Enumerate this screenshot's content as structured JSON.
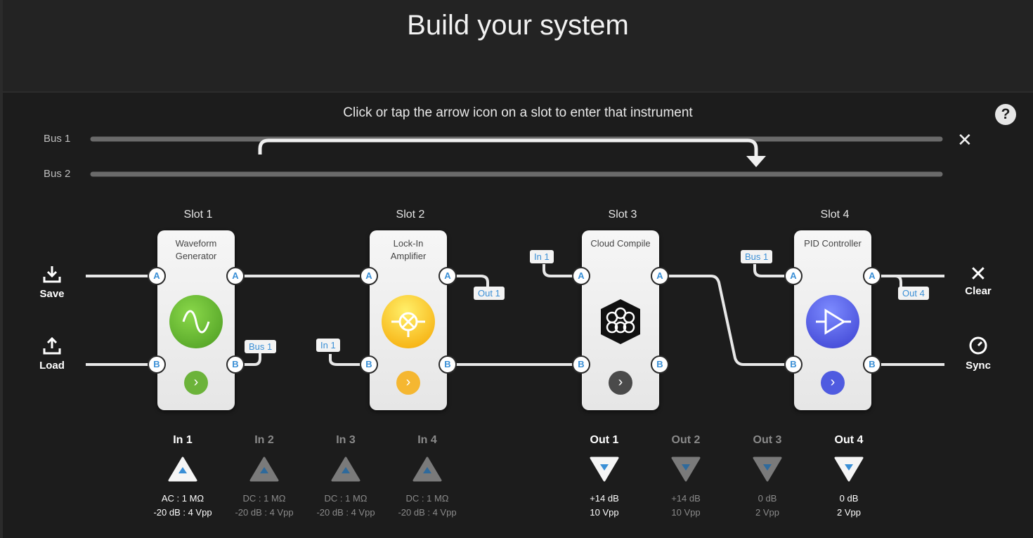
{
  "header": {
    "title": "Build your system"
  },
  "instructions": "Click or tap the arrow icon on a slot to enter that instrument",
  "help": {
    "label": "?"
  },
  "buses": {
    "bus1": "Bus 1",
    "bus2": "Bus 2",
    "close_icon": "close-icon"
  },
  "side_left": {
    "save": {
      "label": "Save",
      "icon": "download-icon"
    },
    "load": {
      "label": "Load",
      "icon": "upload-icon"
    }
  },
  "side_right": {
    "clear": {
      "label": "Clear",
      "icon": "close-icon"
    },
    "sync": {
      "label": "Sync",
      "icon": "gauge-icon"
    }
  },
  "slots": [
    {
      "label": "Slot 1",
      "title": "Waveform Generator",
      "accent": "#5cad2c",
      "tag": "Bus 1",
      "icon": "sine-wave-icon"
    },
    {
      "label": "Slot 2",
      "title": "Lock-In Amplifier",
      "accent": "#f5b731",
      "tag_in": "In 1",
      "tag_out": "Out 1",
      "icon": "lockin-icon"
    },
    {
      "label": "Slot 3",
      "title": "Cloud Compile",
      "accent": "#4a4a4a",
      "tag_in": "In 1",
      "icon": "cloud-compile-icon"
    },
    {
      "label": "Slot 4",
      "title": "PID Controller",
      "accent": "#4f5be0",
      "tag_in": "Bus 1",
      "tag_out": "Out 4",
      "icon": "amplifier-icon"
    }
  ],
  "ports": {
    "a": "A",
    "b": "B"
  },
  "inputs": [
    {
      "name": "In 1",
      "line1": "AC : 1 MΩ",
      "line2": "-20 dB : 4 Vpp",
      "active": true
    },
    {
      "name": "In 2",
      "line1": "DC : 1 MΩ",
      "line2": "-20 dB : 4 Vpp",
      "active": false
    },
    {
      "name": "In 3",
      "line1": "DC : 1 MΩ",
      "line2": "-20 dB : 4 Vpp",
      "active": false
    },
    {
      "name": "In 4",
      "line1": "DC : 1 MΩ",
      "line2": "-20 dB : 4 Vpp",
      "active": false
    }
  ],
  "outputs": [
    {
      "name": "Out 1",
      "line1": "+14 dB",
      "line2": "10 Vpp",
      "active": true
    },
    {
      "name": "Out 2",
      "line1": "+14 dB",
      "line2": "10 Vpp",
      "active": false
    },
    {
      "name": "Out 3",
      "line1": "0 dB",
      "line2": "2 Vpp",
      "active": false
    },
    {
      "name": "Out 4",
      "line1": "0 dB",
      "line2": "2 Vpp",
      "active": true
    }
  ],
  "enter_glyph": "›",
  "colors": {
    "port_label": "#3a8fd6",
    "wire": "#e8e8e8",
    "bus": "#6a6a6a"
  }
}
